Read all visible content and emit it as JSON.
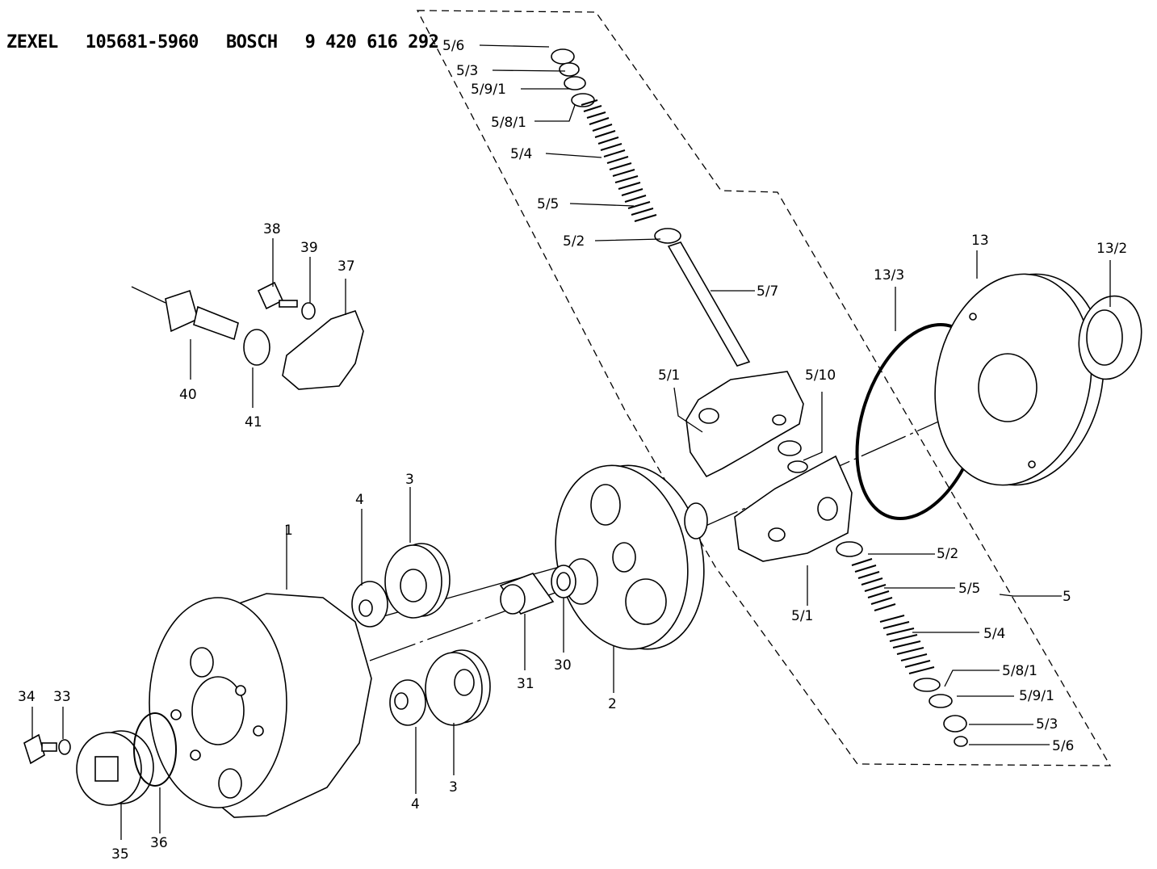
{
  "header": {
    "brand": "ZEXEL",
    "part_number": "105681-5960",
    "oem": "BOSCH",
    "oem_number": "9 420 616 292"
  },
  "callouts": {
    "c56_top": "5/6",
    "c53_top": "5/3",
    "c591_top": "5/9/1",
    "c581_top": "5/8/1",
    "c54_top": "5/4",
    "c55_top": "5/5",
    "c52_top": "5/2",
    "c57": "5/7",
    "c51_top": "5/1",
    "c510": "5/10",
    "c133": "13/3",
    "c13": "13",
    "c132": "13/2",
    "c52_bot": "5/2",
    "c55_bot": "5/5",
    "c5": "5",
    "c51_bot": "5/1",
    "c54_bot": "5/4",
    "c581_bot": "5/8/1",
    "c591_bot": "5/9/1",
    "c53_bot": "5/3",
    "c56_bot": "5/6",
    "c38": "38",
    "c39": "39",
    "c37": "37",
    "c40": "40",
    "c41": "41",
    "c4_top": "4",
    "c3_top": "3",
    "c1": "1",
    "c31": "31",
    "c30": "30",
    "c2": "2",
    "c4_bot": "4",
    "c3_bot": "3",
    "c34": "34",
    "c33": "33",
    "c35": "35",
    "c36": "36"
  }
}
